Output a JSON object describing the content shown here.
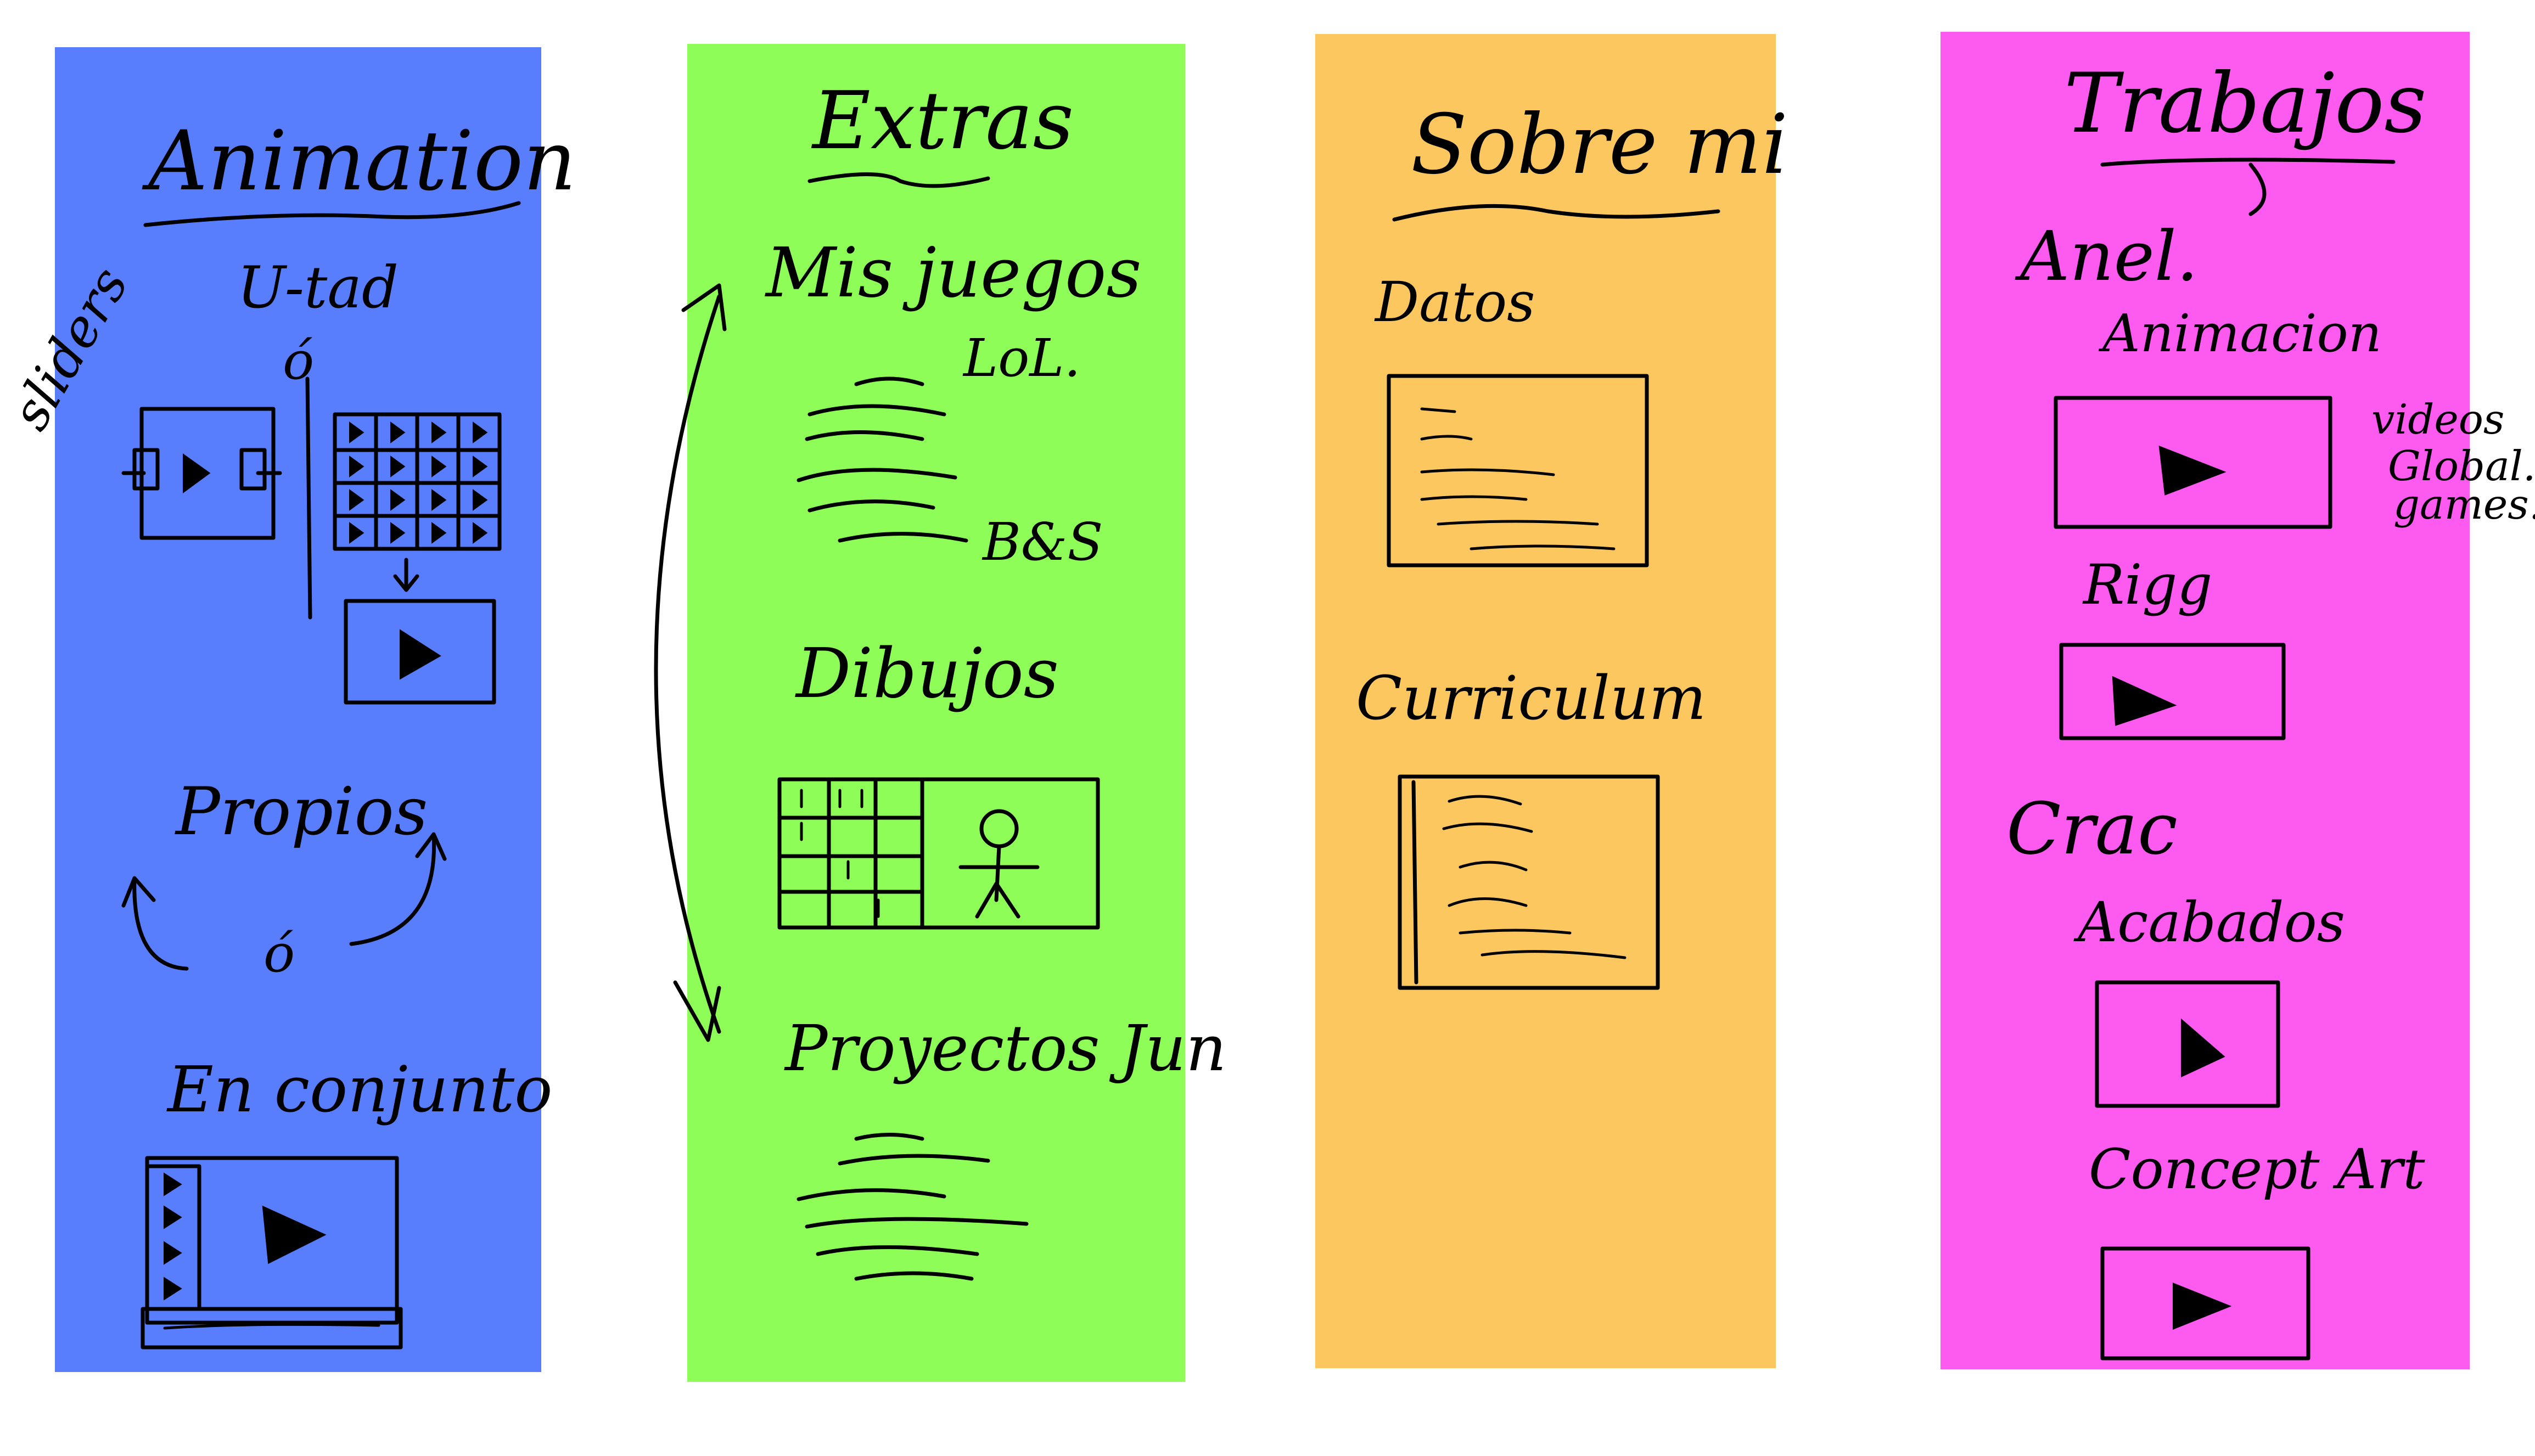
{
  "colors": {
    "blue": "#597efd",
    "green": "#8efd57",
    "orange": "#fdc75f",
    "magenta": "#fd5af0",
    "ink": "#000000"
  },
  "side_notes": {
    "sliders": "sliders",
    "videos": "videos",
    "global": "Global.",
    "games": "games."
  },
  "col1": {
    "title": "Animation",
    "subtitle": "U-tad",
    "or_top": "ó",
    "propios": "Propios",
    "or_mid": "ó",
    "en_conjunto": "En conjunto"
  },
  "col2": {
    "title": "Extras",
    "mis_juegos": "Mis juegos",
    "lol": "LoL.",
    "bs": "B&S",
    "dibujos": "Dibujos",
    "proyectos": "Proyectos Jun"
  },
  "col3": {
    "title": "Sobre mi",
    "datos": "Datos",
    "curriculum": "Curriculum"
  },
  "col4": {
    "title": "Trabajos",
    "anel": "Anel.",
    "animacion": "Animacion",
    "rigg": "Rigg",
    "crac": "Crac",
    "acabados": "Acabados",
    "concept": "Concept Art"
  }
}
